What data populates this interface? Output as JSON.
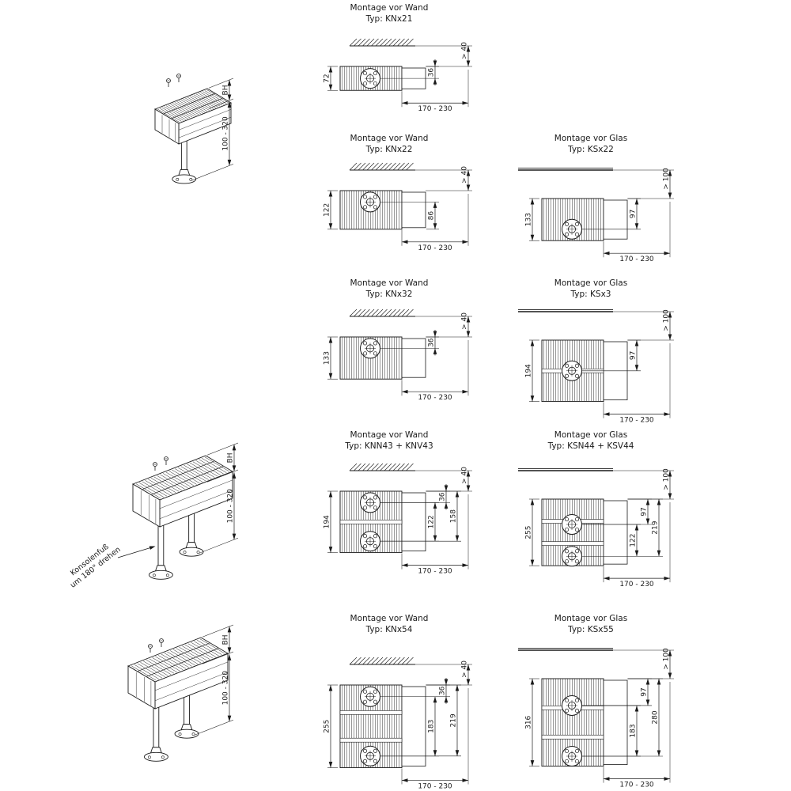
{
  "figure": {
    "background": "#ffffff",
    "ink": "#1a1a1a"
  },
  "left_units": [
    {
      "bh_label": "BH",
      "leg_range_label": "100 - 320"
    },
    {
      "bh_label": "BH",
      "leg_range_label": "100 - 320",
      "note": [
        "Konsolenfuß",
        "um 180° drehen"
      ]
    },
    {
      "bh_label": "BH",
      "leg_range_label": "100 - 320"
    }
  ],
  "diagrams": [
    {
      "mount": "wand",
      "title": "Montage vor Wand",
      "type_label": "Typ: KNx21",
      "height_label": "72",
      "height_mm": 72,
      "gap_label": "> 40",
      "consoles_mm": [
        36
      ],
      "inner_dims": [
        {
          "label": "36",
          "from_mm": 0,
          "to_mm": 36,
          "lane": 0
        }
      ],
      "bottom_label": "170 - 230"
    },
    {
      "mount": "wand",
      "title": "Montage vor Wand",
      "type_label": "Typ: KNx22",
      "height_label": "122",
      "height_mm": 122,
      "gap_label": "> 40",
      "consoles_mm": [
        36
      ],
      "inner_dims": [
        {
          "label": "86",
          "from_mm": 36,
          "to_mm": 122,
          "lane": 0
        }
      ],
      "bottom_label": "170 - 230"
    },
    {
      "mount": "wand",
      "title": "Montage vor Wand",
      "type_label": "Typ: KNx32",
      "height_label": "133",
      "height_mm": 133,
      "gap_label": "> 40",
      "consoles_mm": [
        36
      ],
      "inner_dims": [
        {
          "label": "36",
          "from_mm": 0,
          "to_mm": 36,
          "lane": 0
        }
      ],
      "bottom_label": "170 - 230"
    },
    {
      "mount": "wand",
      "title": "Montage vor Wand",
      "type_label": "Typ: KNN43 + KNV43",
      "height_label": "194",
      "height_mm": 194,
      "gap_label": "> 40",
      "consoles_mm": [
        36,
        158
      ],
      "inner_dims": [
        {
          "label": "122",
          "from_mm": 36,
          "to_mm": 158,
          "lane": 0
        },
        {
          "label": "36",
          "from_mm": 0,
          "to_mm": 36,
          "lane": 1
        },
        {
          "label": "158",
          "from_mm": 0,
          "to_mm": 158,
          "lane": 2
        }
      ],
      "bottom_label": "170 - 230"
    },
    {
      "mount": "wand",
      "title": "Montage vor Wand",
      "type_label": "Typ: KNx54",
      "height_label": "255",
      "height_mm": 255,
      "gap_label": "> 40",
      "consoles_mm": [
        36,
        219
      ],
      "inner_dims": [
        {
          "label": "183",
          "from_mm": 36,
          "to_mm": 219,
          "lane": 0
        },
        {
          "label": "36",
          "from_mm": 0,
          "to_mm": 36,
          "lane": 1
        },
        {
          "label": "219",
          "from_mm": 0,
          "to_mm": 219,
          "lane": 2
        }
      ],
      "bottom_label": "170 - 230"
    },
    {
      "mount": "glas",
      "title": "Montage vor Glas",
      "type_label": "Typ: KSx22",
      "height_label": "133",
      "height_mm": 133,
      "gap_label": "> 100",
      "consoles_mm": [
        97
      ],
      "inner_dims": [
        {
          "label": "97",
          "from_mm": 0,
          "to_mm": 97,
          "lane": 0
        }
      ],
      "bottom_label": "170 - 230"
    },
    {
      "mount": "glas",
      "title": "Montage vor Glas",
      "type_label": "Typ: KSx3",
      "height_label": "194",
      "height_mm": 194,
      "gap_label": "> 100",
      "consoles_mm": [
        97
      ],
      "inner_dims": [
        {
          "label": "97",
          "from_mm": 0,
          "to_mm": 97,
          "lane": 0
        }
      ],
      "bottom_label": "170 - 230"
    },
    {
      "mount": "glas",
      "title": "Montage vor Glas",
      "type_label": "Typ: KSN44 + KSV44",
      "height_label": "255",
      "height_mm": 255,
      "gap_label": "> 100",
      "consoles_mm": [
        97,
        219
      ],
      "inner_dims": [
        {
          "label": "122",
          "from_mm": 97,
          "to_mm": 219,
          "lane": 0
        },
        {
          "label": "97",
          "from_mm": 0,
          "to_mm": 97,
          "lane": 1
        },
        {
          "label": "219",
          "from_mm": 0,
          "to_mm": 219,
          "lane": 2
        }
      ],
      "bottom_label": "170 - 230"
    },
    {
      "mount": "glas",
      "title": "Montage vor Glas",
      "type_label": "Typ: KSx55",
      "height_label": "316",
      "height_mm": 316,
      "gap_label": "> 100",
      "consoles_mm": [
        97,
        280
      ],
      "inner_dims": [
        {
          "label": "183",
          "from_mm": 97,
          "to_mm": 280,
          "lane": 0
        },
        {
          "label": "97",
          "from_mm": 0,
          "to_mm": 97,
          "lane": 1
        },
        {
          "label": "280",
          "from_mm": 0,
          "to_mm": 280,
          "lane": 2
        }
      ],
      "bottom_label": "170 - 230"
    }
  ]
}
